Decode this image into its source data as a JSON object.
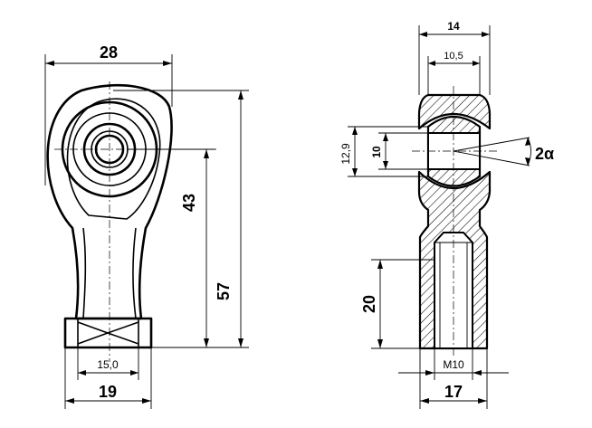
{
  "front_view": {
    "width_label": "28",
    "height_center_label": "43",
    "overall_height_label": "57",
    "hex_flats_label": "15,0",
    "neck_width_label": "19"
  },
  "side_view": {
    "width_label": "14",
    "inner_width_label": "10,5",
    "ball_outer_label": "12,9",
    "bore_label": "10",
    "angle_label": "2α",
    "thread_depth_label": "20",
    "thread_label": "M10",
    "base_width_label": "17"
  }
}
